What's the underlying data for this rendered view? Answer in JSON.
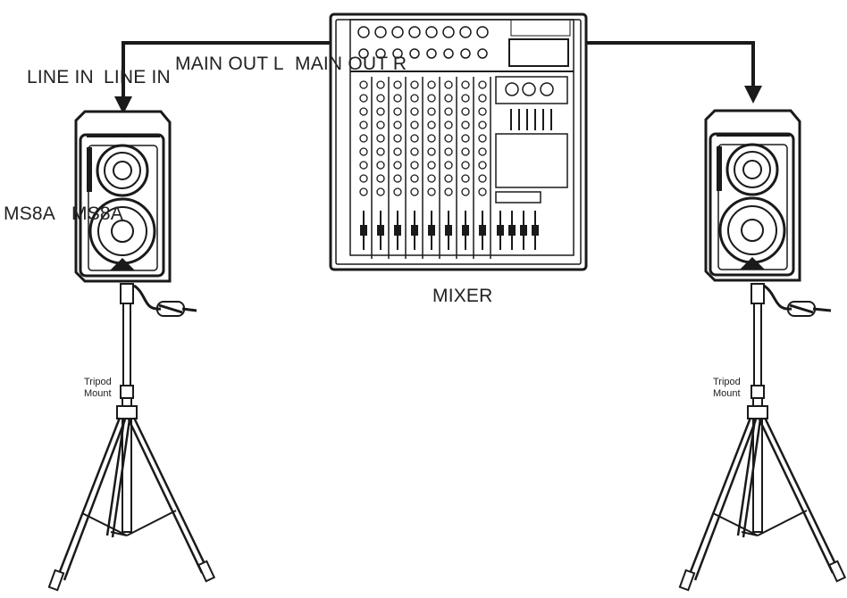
{
  "labels": {
    "line_in_left": "LINE IN",
    "line_in_right": "LINE IN",
    "main_out_l": "MAIN OUT L",
    "main_out_r": "MAIN OUT R",
    "speaker_left": "MS8A",
    "speaker_right": "MS8A",
    "mixer": "MIXER",
    "tripod_left": "Tripod\nMount",
    "tripod_right": "Tripod\nMount"
  },
  "colors": {
    "line": "#1a1a1a",
    "label": "#222222"
  }
}
